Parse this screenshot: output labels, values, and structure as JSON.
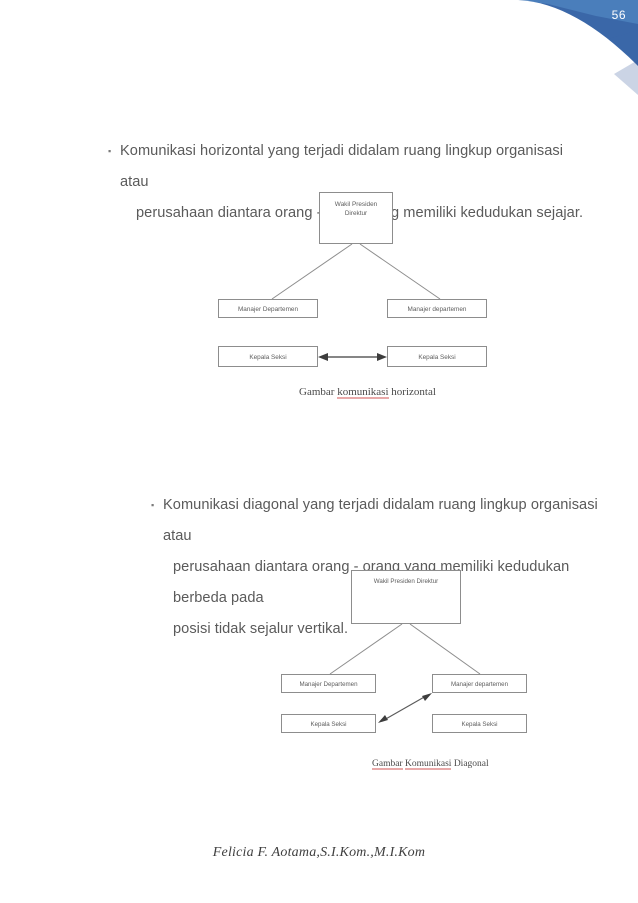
{
  "page": {
    "number": "56",
    "banner_colors": {
      "light_blue": "#4a7ebb",
      "mid_blue": "#3a67a8",
      "dark_blue": "#2f5597",
      "pale_wedge": "#9aa9c4"
    }
  },
  "paragraphs": [
    {
      "bullet": "▪",
      "lines": [
        "Komunikasi horizontal yang terjadi didalam ruang lingkup organisasi atau",
        "perusahaan diantara orang - orang yang memiliki kedudukan sejajar."
      ]
    },
    {
      "bullet": "▪",
      "lines": [
        "Komunikasi diagonal yang terjadi didalam ruang lingkup organisasi atau",
        "perusahaan diantara orang - orang yang memiliki kedudukan berbeda pada",
        "posisi tidak sejalur vertikal."
      ]
    }
  ],
  "figure_horizontal": {
    "top_node_line1": "Wakil Presiden",
    "top_node_line2": "Direktur",
    "manager_left": "Manajer Departemen",
    "manager_right": "Manajer departemen",
    "section_left": "Kepala Seksi",
    "section_right": "Kepala Seksi",
    "arrow_type": "double-headed-horizontal",
    "caption_prefix": "Gambar ",
    "caption_misspelled": "komunikasi",
    "caption_suffix": " horizontal"
  },
  "figure_diagonal": {
    "top_node": "Wakil Presiden Direktur",
    "manager_left": "Manajer Departemen",
    "manager_right": "Manajer departemen",
    "section_left": "Kepala Seksi",
    "section_right": "Kepala Seksi",
    "arrow_type": "double-headed-diagonal",
    "caption_word1": "Gambar",
    "caption_word2": "Komunikasi",
    "caption_word3": " Diagonal"
  },
  "footer": {
    "text": "Felicia F. Aotama,S.I.Kom.,M.I.Kom"
  }
}
